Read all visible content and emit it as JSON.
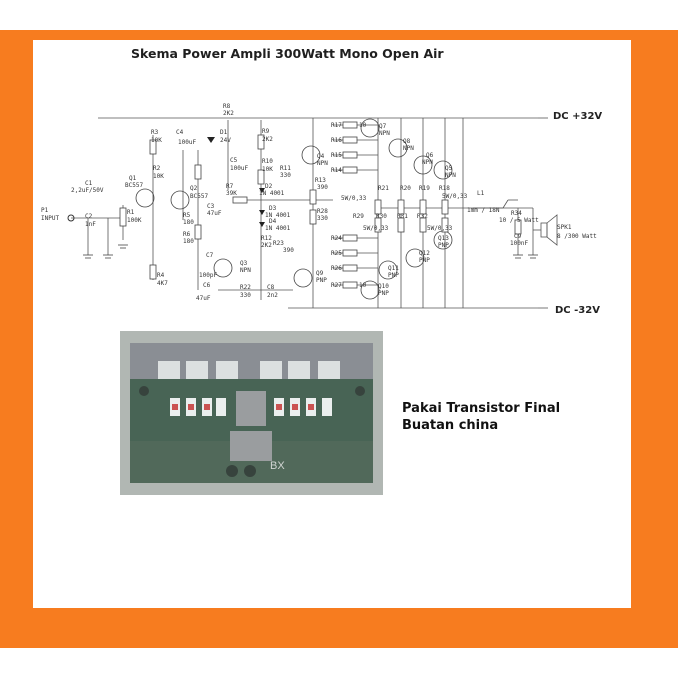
{
  "schematic": {
    "title": "Skema Power Ampli 300Watt Mono Open Air",
    "rail_positive": "DC +32V",
    "rail_negative": "DC -32V",
    "components": {
      "p1": "P1",
      "input": "INPUT",
      "c1": "C1",
      "c1_val": "2,2uF/50V",
      "c2": "C2",
      "c2_val": "1nF",
      "r1": "R1",
      "r1_val": "100K",
      "q1": "Q1",
      "q1_type": "BC557",
      "q2": "Q2",
      "q2_type": "BC557",
      "r2": "R2",
      "r2_val": "10K",
      "r3": "R3",
      "r3_val": "10K",
      "c4": "C4",
      "c4_val": "100uF",
      "d1": "D1",
      "d1_val": "24V",
      "r8": "R8",
      "r8_val": "2K2",
      "r9": "R9",
      "r9_val": "2K2",
      "c5": "C5",
      "c5_val": "100uF",
      "r10": "R10",
      "r10_val": "10K",
      "r11": "R11",
      "r11_val": "330",
      "r7": "R7",
      "r7_val": "39K",
      "c3": "C3",
      "c3_val": "47uF",
      "r5": "R5",
      "r5_val": "180",
      "r6": "R6",
      "r6_val": "180",
      "r4": "R4",
      "r4_val": "4K7",
      "d2": "D2",
      "d2_val": "1N 4001",
      "d3": "D3",
      "d3_val": "1N 4001",
      "d4": "D4",
      "d4_val": "1N 4001",
      "c7": "C7",
      "c7_val": "100pF",
      "q3": "Q3",
      "q3_type": "NPN",
      "r12": "R12",
      "r12_val": "2K2",
      "r22": "R22",
      "r22_val": "330",
      "c6": "C6",
      "c6_val": "47uF",
      "c8": "C8",
      "c8_val": "2n2",
      "r13": "R13",
      "r13_val": "390",
      "r23": "R23",
      "r23_val": "390",
      "r28": "R28",
      "r28_val": "330",
      "q4": "Q4",
      "q4_type": "NPN",
      "q5": "Q5",
      "q5_type": "NPN",
      "q6": "Q6",
      "q6_type": "NPN",
      "q7": "Q7",
      "q7_type": "NPN",
      "q8": "Q8",
      "q8_type": "NPN",
      "q9": "Q9",
      "q9_type": "PNP",
      "q10": "Q10",
      "q10_type": "PNP",
      "q11": "Q11",
      "q11_type": "PNP",
      "q12": "Q12",
      "q12_type": "PNP",
      "q13": "Q13",
      "q13_type": "PNP",
      "r14": "R14",
      "r15": "R15",
      "r16": "R16",
      "r17": "R17",
      "r24": "R24",
      "r25": "R25",
      "r26": "R26",
      "r27": "R27",
      "r_val_10": "10",
      "r18": "R18",
      "r19": "R19",
      "r20": "R20",
      "r21": "R21",
      "r29": "R29",
      "r30": "R30",
      "r31": "R31",
      "r32": "R32",
      "r_emitter_val": "5W/0,33",
      "l1": "L1",
      "l1_val": "1mm / 18N",
      "r34": "R34",
      "r34_val": "10 / 5 Watt",
      "c9": "C9",
      "c9_val": "100nF",
      "spk1": "SPK1",
      "spk1_val": "8 /300 Watt"
    }
  },
  "photo": {
    "board_marking": "BX"
  },
  "caption": {
    "line1": "Pakai Transistor Final",
    "line2": "Buatan china"
  },
  "colors": {
    "frame": "#f77c1f",
    "panel": "#ffffff",
    "board": "#2f4f3e",
    "heatsink": "#7a7f86"
  }
}
